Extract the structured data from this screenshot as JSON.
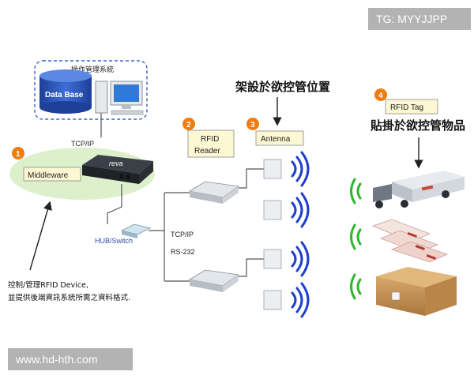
{
  "watermarks": {
    "top_right": "TG: MYYJJPP",
    "bottom_left": "www.hd-hth.com"
  },
  "system": {
    "group_title": "操作管理系統",
    "database_label": "Data Base",
    "link_db_middleware": "TCP/IP"
  },
  "middleware": {
    "step": "1",
    "label": "Middleware",
    "device_logo": "reva",
    "description_line1": "控制/管理RFID Device,",
    "description_line2": "並提供後端資訊系統所需之資料格式."
  },
  "hub": {
    "label": "HUB/Switch"
  },
  "links": {
    "reader_link_line1": "TCP/IP",
    "reader_link_line2": "RS-232"
  },
  "reader": {
    "step": "2",
    "label_line1": "RFID",
    "label_line2": "Reader"
  },
  "antenna": {
    "step": "3",
    "label": "Antenna",
    "placement_note": "架設於欲控管位置"
  },
  "tag": {
    "step": "4",
    "label": "RFID Tag",
    "attach_note": "貼掛於欲控管物品"
  },
  "colors": {
    "step_badge": "#f07c10",
    "label_box": "#fdf8d4",
    "database": "#2b57b8",
    "wave": "#1f3fd0",
    "tag_wave": "#2fb52f",
    "middleware_oval": "#dcf0cc",
    "dashed_border": "#3a64c8"
  }
}
